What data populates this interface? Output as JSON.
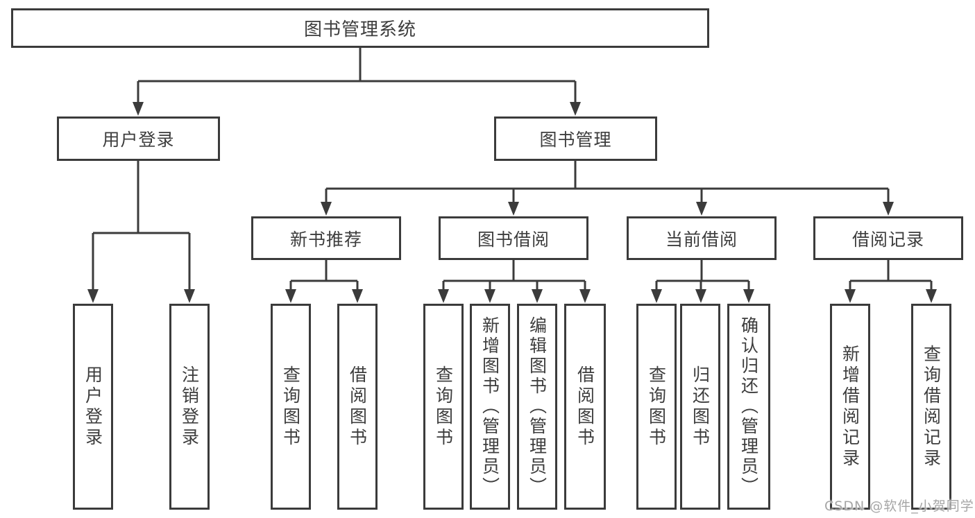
{
  "diagram": {
    "title": "图书管理系统",
    "branches": {
      "user_login": {
        "label": "用户登录",
        "children": [
          {
            "label": "用户登录"
          },
          {
            "label": "注销登录"
          }
        ]
      },
      "book_management": {
        "label": "图书管理",
        "sections": {
          "new_book": {
            "label": "新书推荐",
            "children": [
              {
                "label": "查询图书"
              },
              {
                "label": "借阅图书"
              }
            ]
          },
          "book_borrow": {
            "label": "图书借阅",
            "children": [
              {
                "label": "查询图书"
              },
              {
                "label": "新增图书（管理员）"
              },
              {
                "label": "编辑图书（管理员）"
              },
              {
                "label": "借阅图书"
              }
            ]
          },
          "current_borrow": {
            "label": "当前借阅",
            "children": [
              {
                "label": "查询图书"
              },
              {
                "label": "归还图书"
              },
              {
                "label": "确认归还（管理员）"
              }
            ]
          },
          "borrow_records": {
            "label": "借阅记录",
            "children": [
              {
                "label": "新增借阅记录"
              },
              {
                "label": "查询借阅记录"
              }
            ]
          }
        }
      }
    },
    "colors": {
      "line": "#3b3b3b",
      "text": "#3d3d3d",
      "background": "#ffffff"
    }
  },
  "watermark": {
    "text": "CSDN @软件_小贺同学",
    "color": "#a6a6a6"
  }
}
